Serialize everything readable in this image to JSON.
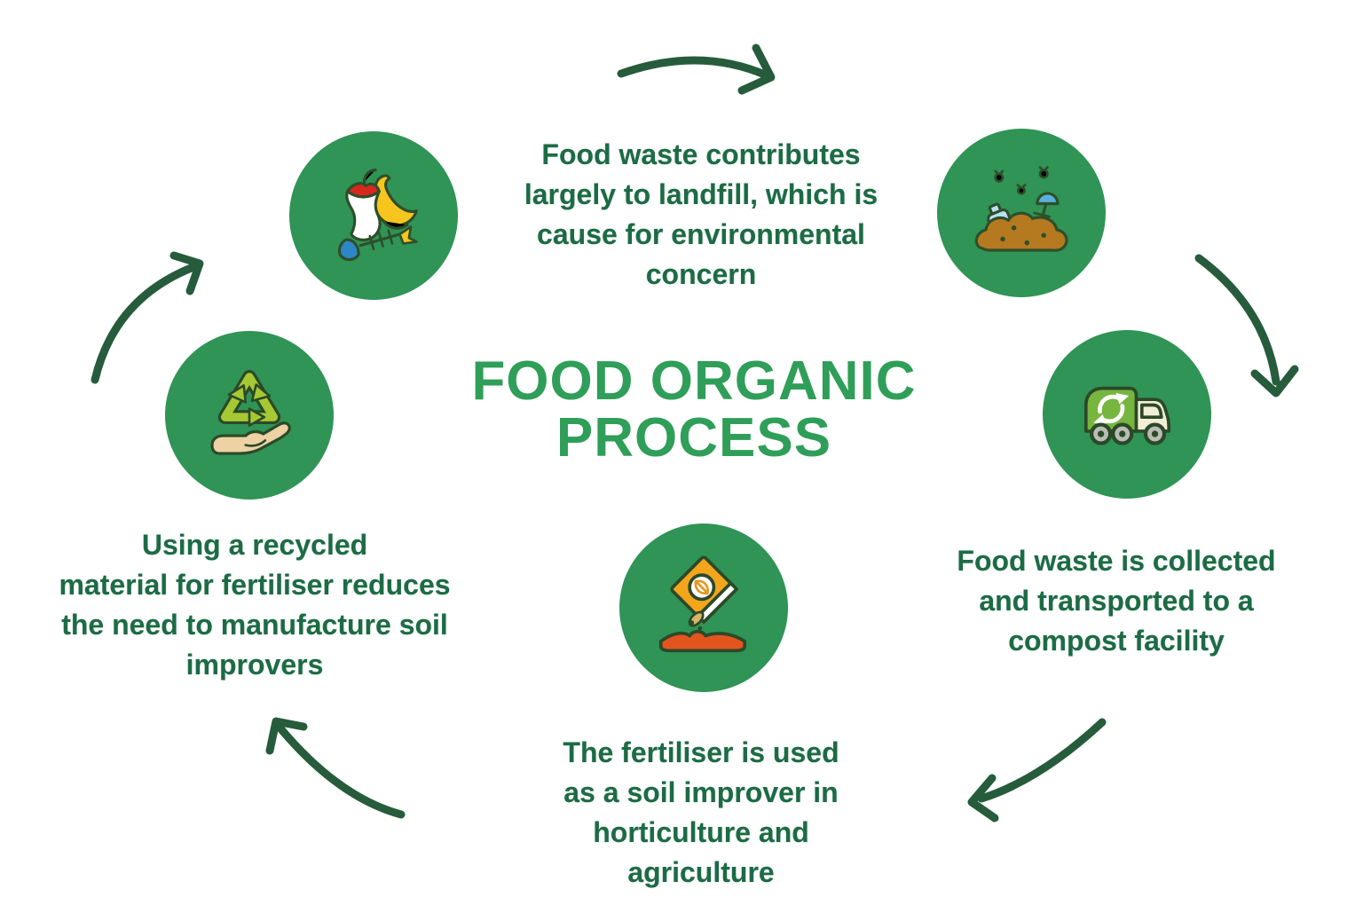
{
  "title": {
    "text": "FOOD ORGANIC\nPROCESS"
  },
  "captions": {
    "top": "Food waste contributes\nlargely to landfill, which is\ncause for environmental\nconcern",
    "right": "Food waste is collected\nand transported to a\ncompost facility",
    "bottom": "The fertiliser is used\nas a soil improver in\nhorticulture and\nagriculture",
    "left": "Using a recycled\nmaterial for fertiliser reduces\nthe need to manufacture soil\nimprovers"
  },
  "steps": [
    {
      "name": "food-waste",
      "icon": "food-waste-icon"
    },
    {
      "name": "landfill",
      "icon": "landfill-icon"
    },
    {
      "name": "garbage-truck",
      "icon": "garbage-truck-icon"
    },
    {
      "name": "fertiliser-soil",
      "icon": "fertiliser-bag-icon"
    },
    {
      "name": "recycle-material",
      "icon": "recycle-hand-icon"
    }
  ],
  "arrows": [
    {
      "name": "arrow-top",
      "direction": "left-circle to right-circle"
    },
    {
      "name": "arrow-right",
      "direction": "landfill to truck"
    },
    {
      "name": "arrow-bottom-right",
      "direction": "truck caption to fertiliser"
    },
    {
      "name": "arrow-bottom-left",
      "direction": "fertiliser caption to recycle"
    },
    {
      "name": "arrow-left",
      "direction": "recycle to food waste"
    }
  ],
  "colors": {
    "circle-fill": "#2f9456",
    "title-color": "#2f9e58",
    "caption-color": "#1c6b45",
    "arrow-color": "#265c3c"
  }
}
